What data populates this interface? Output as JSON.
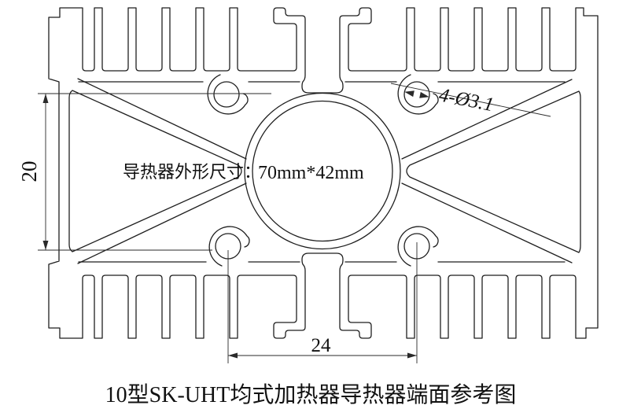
{
  "drawing": {
    "title": "10型SK-UHT均式加热器导热器端面参考图",
    "center_label": "导热器外形尺寸：",
    "center_value": "70mm*42mm",
    "dimensions": {
      "vertical": "20",
      "horizontal": "24",
      "holes": "4-Ø3.1"
    },
    "colors": {
      "line": "#1f1f1f",
      "dimension": "#2a2a2a",
      "background": "#ffffff"
    }
  }
}
